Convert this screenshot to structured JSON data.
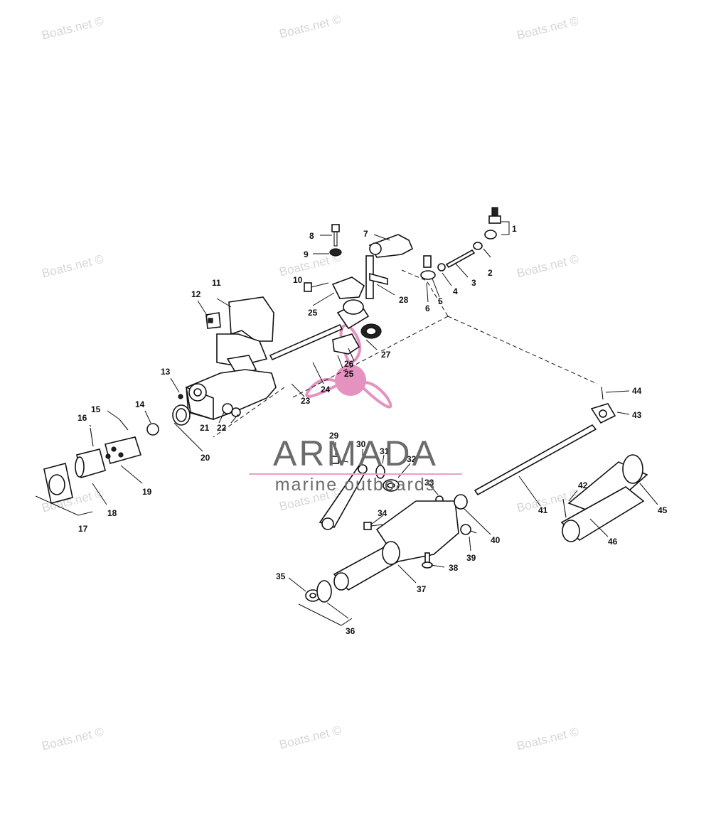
{
  "diagram": {
    "watermark_text": "Boats.net ©",
    "brand": {
      "name": "ARMADA",
      "tagline": "marine outboards",
      "logo_icon": "propeller-icon",
      "accent_color": "#e4a3c9"
    },
    "part_numbers": [
      "1",
      "2",
      "3",
      "4",
      "5",
      "6",
      "7",
      "8",
      "9",
      "10",
      "11",
      "12",
      "13",
      "14",
      "15",
      "16",
      "17",
      "18",
      "19",
      "20",
      "21",
      "22",
      "23",
      "24",
      "25",
      "25",
      "26",
      "27",
      "28",
      "29",
      "30",
      "31",
      "32",
      "33",
      "34",
      "35",
      "36",
      "37",
      "38",
      "39",
      "40",
      "41",
      "42",
      "43",
      "44",
      "45",
      "46"
    ]
  }
}
